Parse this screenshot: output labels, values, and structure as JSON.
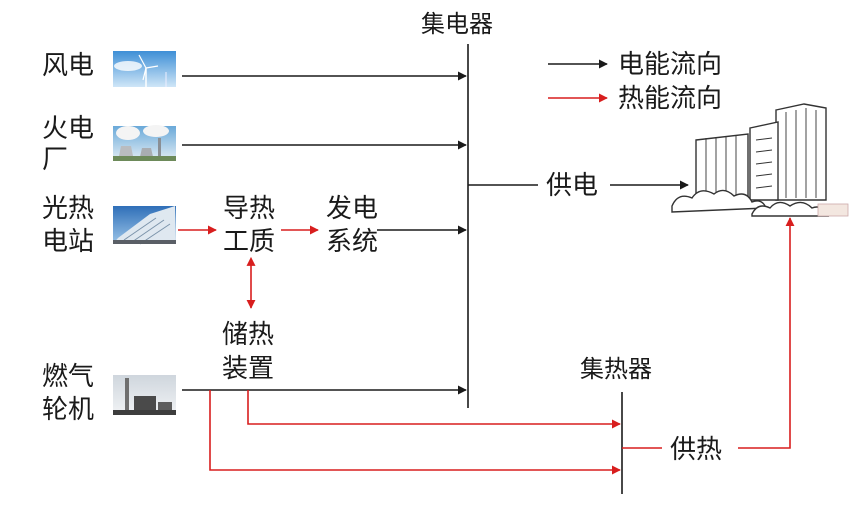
{
  "colors": {
    "electric": "#1a1a1a",
    "thermal": "#d81e1e"
  },
  "sources": {
    "wind": {
      "line1": "风电",
      "line2": "",
      "icon": "wind-turbine-photo-icon"
    },
    "thermal_plant": {
      "line1": "火电",
      "line2": "厂",
      "icon": "power-plant-photo-icon"
    },
    "csp": {
      "line1": "光热",
      "line2": "电站",
      "icon": "solar-field-photo-icon"
    },
    "gas_turbine": {
      "line1": "燃气",
      "line2": "轮机",
      "icon": "gas-plant-photo-icon"
    }
  },
  "nodes": {
    "htf": {
      "line1": "导热",
      "line2": "工质"
    },
    "power_system": {
      "line1": "发电",
      "line2": "系统"
    },
    "storage": {
      "line1": "储热",
      "line2": "装置"
    },
    "electric_bus": "集电器",
    "heat_bus": "集热器",
    "power_supply": "供电",
    "heat_supply": "供热"
  },
  "legend": {
    "electric_label": "电能流向",
    "thermal_label": "热能流向"
  },
  "load": {
    "icon": "city-buildings-icon"
  }
}
